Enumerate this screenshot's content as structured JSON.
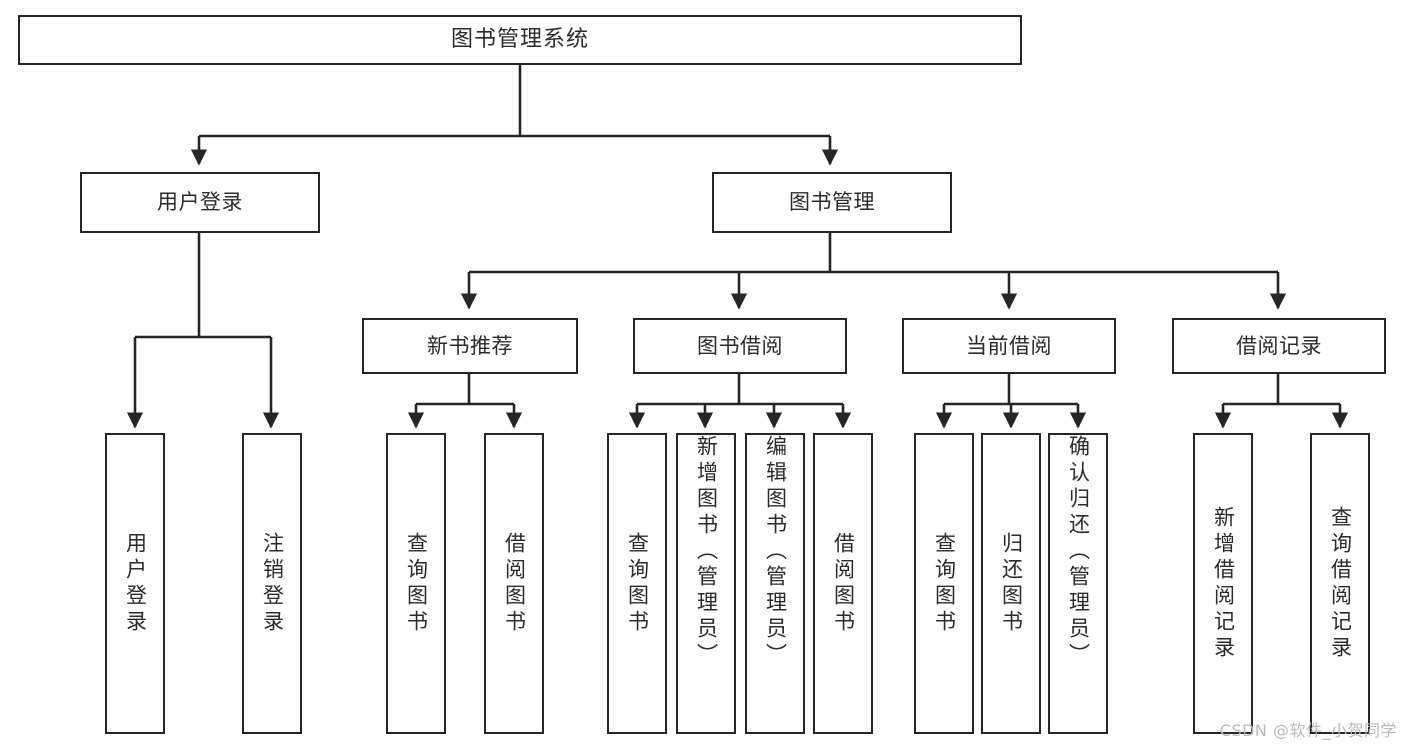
{
  "diagram": {
    "title": "图书管理系统",
    "type": "tree-hierarchy-flowchart",
    "colors": {
      "stroke": "#262626",
      "fill": "#ffffff",
      "text": "#2b2b2b",
      "watermark": "#b9b9b9"
    },
    "root": {
      "label": "图书管理系统"
    },
    "level2": [
      {
        "label": "用户登录"
      },
      {
        "label": "图书管理"
      }
    ],
    "level3": [
      {
        "label": "新书推荐"
      },
      {
        "label": "图书借阅"
      },
      {
        "label": "当前借阅"
      },
      {
        "label": "借阅记录"
      }
    ],
    "leaves": {
      "user_login": [
        {
          "label": "用户登录"
        },
        {
          "label": "注销登录"
        }
      ],
      "new_book_recommend": [
        {
          "label": "查询图书"
        },
        {
          "label": "借阅图书"
        }
      ],
      "book_borrow": [
        {
          "label": "查询图书"
        },
        {
          "label": "新增图书（管理员）"
        },
        {
          "label": "编辑图书（管理员）"
        },
        {
          "label": "借阅图书"
        }
      ],
      "current_borrow": [
        {
          "label": "查询图书"
        },
        {
          "label": "归还图书"
        },
        {
          "label": "确认归还（管理员）"
        }
      ],
      "borrow_record": [
        {
          "label": "新增借阅记录"
        },
        {
          "label": "查询借阅记录"
        }
      ]
    },
    "watermark": "CSDN @软件_小贺同学"
  }
}
